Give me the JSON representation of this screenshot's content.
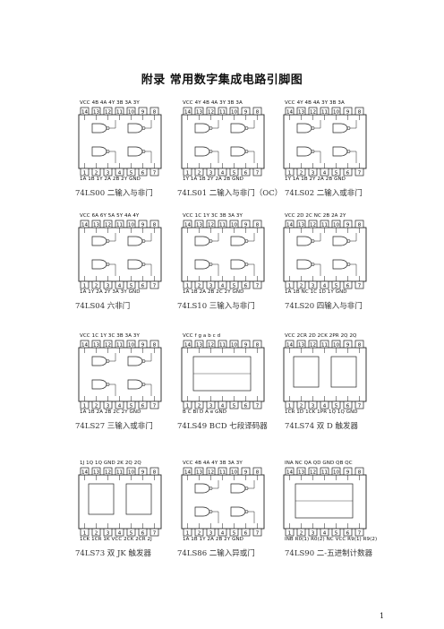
{
  "title": "附录  常用数字集成电路引脚图",
  "page_number": "1",
  "chips": [
    {
      "caption": "74LS00 二输入与非门",
      "top_pins": "VCC 4B 4A 4Y 3B 3A 3Y",
      "bottom_pins": "1A 1B 1Y 2A 2B 2Y GND"
    },
    {
      "caption": "74LS01 二输入与非门（OC）",
      "top_pins": "VCC 4Y 4B 4A 3Y 3B 3A",
      "bottom_pins": "1Y 1A 1B 2Y 2A 2B GND"
    },
    {
      "caption": "74LS02 二输入或非门",
      "top_pins": "VCC 4Y 4B 4A 3Y 3B 3A",
      "bottom_pins": "1Y 1A 1B 2Y 2A 2B GND"
    },
    {
      "caption": "74LS04 六非门",
      "top_pins": "VCC 6A 6Y 5A 5Y 4A 4Y",
      "bottom_pins": "1A 1Y 2A 2Y 3A 3Y GND"
    },
    {
      "caption": "74LS10 三输入与非门",
      "top_pins": "VCC 1C 1Y 3C 3B 3A 3Y",
      "bottom_pins": "1A 1B 2A 2B 2C 2Y GND"
    },
    {
      "caption": "74LS20 四输入与非门",
      "top_pins": "VCC 2D 2C NC 2B 2A 2Y",
      "bottom_pins": "1A 1B NC 1C 1D 1Y GND"
    },
    {
      "caption": "74LS27 三输入或非门",
      "top_pins": "VCC 1C 1Y 3C 3B 3A 3Y",
      "bottom_pins": "1A 1B 2A 2B 2C 2Y GND"
    },
    {
      "caption": "74LS49 BCD 七段译码器",
      "top_pins": "VCC f g a b c d",
      "bottom_pins": "B C BI D A e GND"
    },
    {
      "caption": "74LS74 双 D 触发器",
      "top_pins": "VCC 2CR 2D 2CK 2PR 2Q 2Q",
      "bottom_pins": "1CR 1D 1CK 1PR 1Q 1Q GND"
    },
    {
      "caption": "74LS73  双 JK 触发器",
      "top_pins": "1J 1Q 1Q GND 2K 2Q 2Q",
      "bottom_pins": "1CK 1CR 1K VCC 2CK 2CR 2J"
    },
    {
      "caption": "74LS86 二输入异或门",
      "top_pins": "VCC 4B 4A 4Y 3B 3A 3Y",
      "bottom_pins": "1A 1B 1Y 2A 2B 2Y GND"
    },
    {
      "caption": "74LS90 二-五进制计数器",
      "top_pins": "INA NC QA QD GND QB QC",
      "bottom_pins": "INB R0(1) R0(2) NC VCC R9(1) R9(2)"
    }
  ]
}
